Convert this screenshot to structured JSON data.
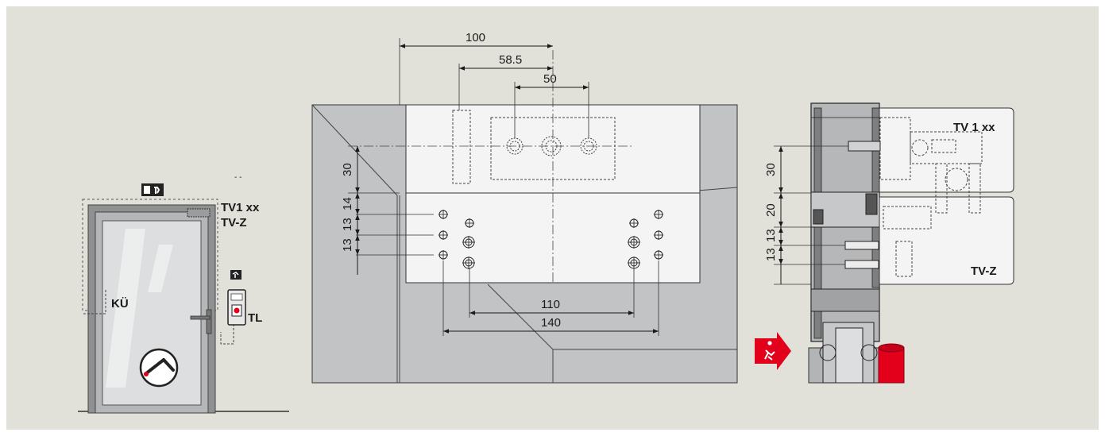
{
  "door_view": {
    "labels": {
      "tv1": "TV1 xx",
      "tvz": "TV-Z",
      "ku": "KÜ",
      "tl": "TL"
    },
    "icons": [
      "emergency-exit-sign-icon",
      "exit-sign-icon",
      "door-closer-symbol-icon"
    ]
  },
  "front_view": {
    "dimensions": {
      "d100": "100",
      "d58_5": "58.5",
      "d50": "50",
      "d30": "30",
      "d14": "14",
      "d13a": "13",
      "d13b": "13",
      "d110": "110",
      "d140": "140"
    }
  },
  "section_view": {
    "labels": {
      "tv1": "TV 1 xx",
      "tvz": "TV-Z"
    },
    "dimensions": {
      "d30": "30",
      "d20": "20",
      "d13a": "13",
      "d13b": "13"
    },
    "icons": [
      "running-man-exit-icon"
    ]
  },
  "colors": {
    "background": "#e1e0d9",
    "wall": "#c2c3c4",
    "plate": "#f4f4f4",
    "accent_red": "#e3001b"
  }
}
